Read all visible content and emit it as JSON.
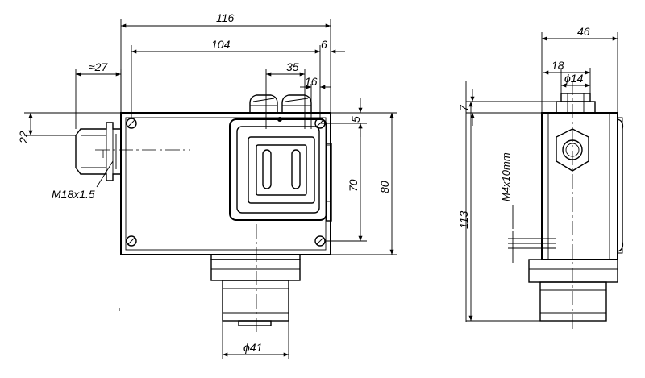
{
  "front_view": {
    "dim_width_overall": "116",
    "dim_width_holes": "104",
    "dim_edge_offset": "6",
    "dim_window_width": "35",
    "dim_window_offset": "16",
    "dim_gland_length": "≈27",
    "dim_gland_height": "22",
    "dim_top_offset": "5",
    "dim_hole_spacing": "70",
    "dim_height_overall": "80",
    "thread_label": "M18x1.5",
    "bottom_diameter": "ϕ41"
  },
  "side_view": {
    "dim_width_overall": "46",
    "dim_gland_width": "18",
    "dim_gland_diameter": "ϕ14",
    "dim_top_offset": "7",
    "dim_height_overall": "113",
    "bolt_label": "M4x10mm"
  }
}
